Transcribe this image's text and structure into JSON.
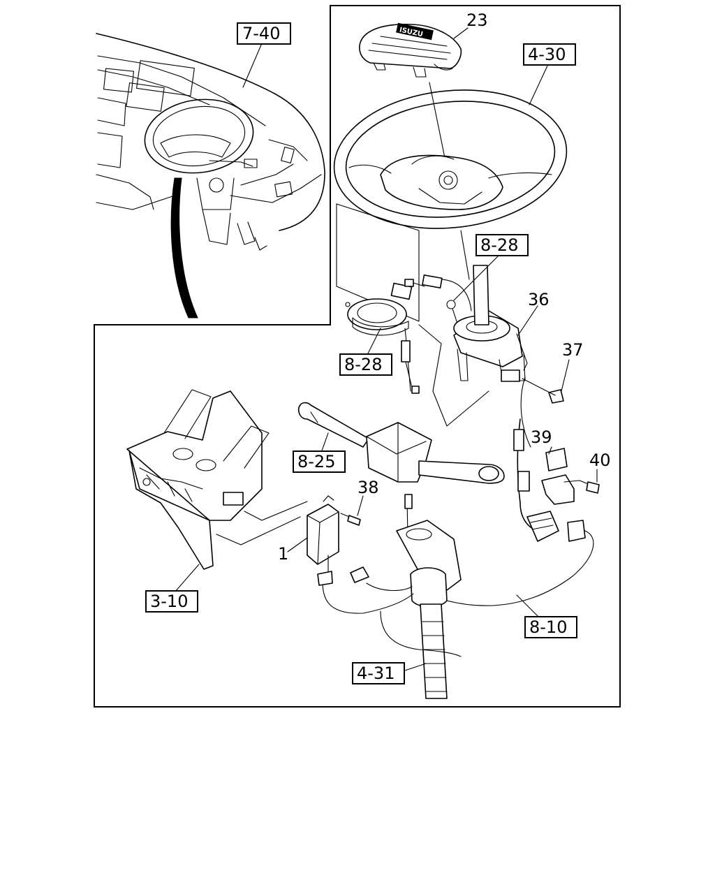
{
  "diagram": {
    "refs": {
      "r7_40": "7-40",
      "r4_30": "4-30",
      "r8_28_top": "8-28",
      "r8_28_left": "8-28",
      "r8_25": "8-25",
      "r3_10": "3-10",
      "r8_10": "8-10",
      "r4_31": "4-31"
    },
    "parts": {
      "p23": "23",
      "p36": "36",
      "p37": "37",
      "p39": "39",
      "p40": "40",
      "p38": "38",
      "p1": "1"
    },
    "emblem_text": "ISUZU"
  }
}
